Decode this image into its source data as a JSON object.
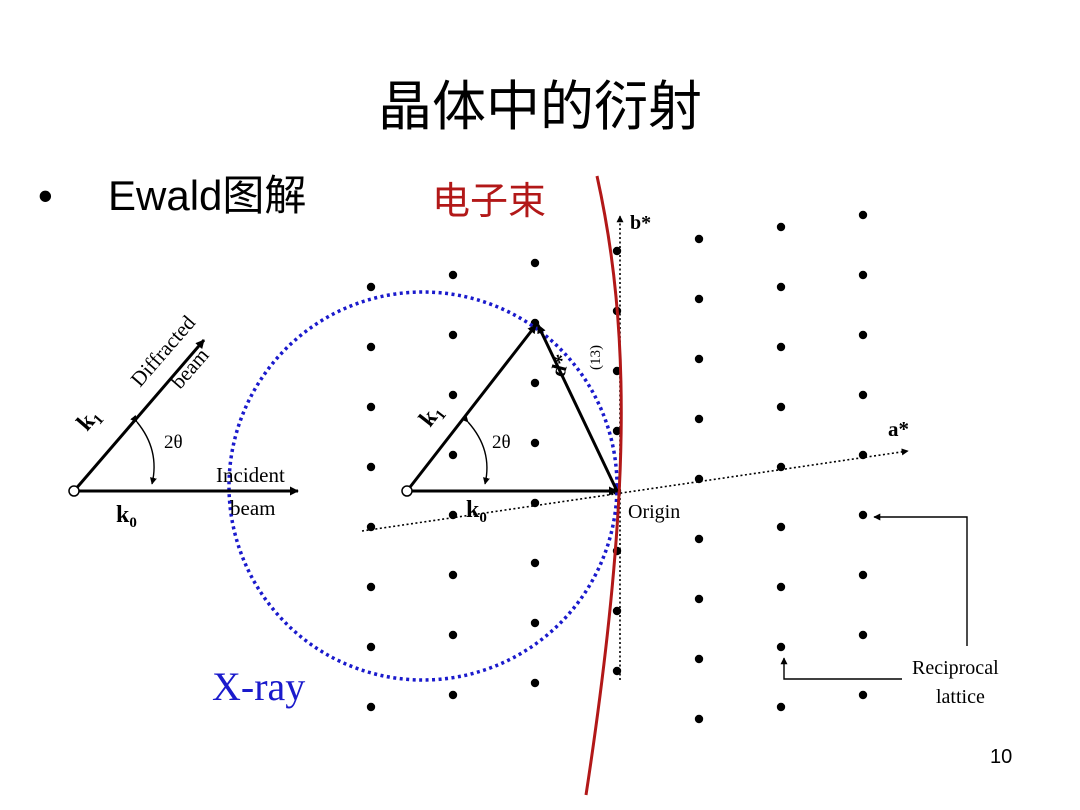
{
  "slide": {
    "title": "晶体中的衍射",
    "bullet": "Ewald图解",
    "beam_label": "电子束",
    "page_number": "10"
  },
  "diagram": {
    "left": {
      "k1": "k",
      "k1_sub": "1",
      "k0": "k",
      "k0_sub": "0",
      "angle": "2θ",
      "diffracted_line1": "Diffracted",
      "diffracted_line2": "beam",
      "incident_line1": "Incident",
      "incident_line2": "beam"
    },
    "right": {
      "k1": "k",
      "k1_sub": "1",
      "k0": "k",
      "k0_sub": "0",
      "angle": "2θ",
      "dstar": "d*",
      "dstar_index": "(13)",
      "astar": "a*",
      "bstar": "b*",
      "origin": "Origin",
      "reciprocal_line1": "Reciprocal",
      "reciprocal_line2": "lattice",
      "xray": "X-ray"
    },
    "colors": {
      "electron_beam": "#b21818",
      "xray": "#1a1acc",
      "ink": "#000000"
    }
  }
}
